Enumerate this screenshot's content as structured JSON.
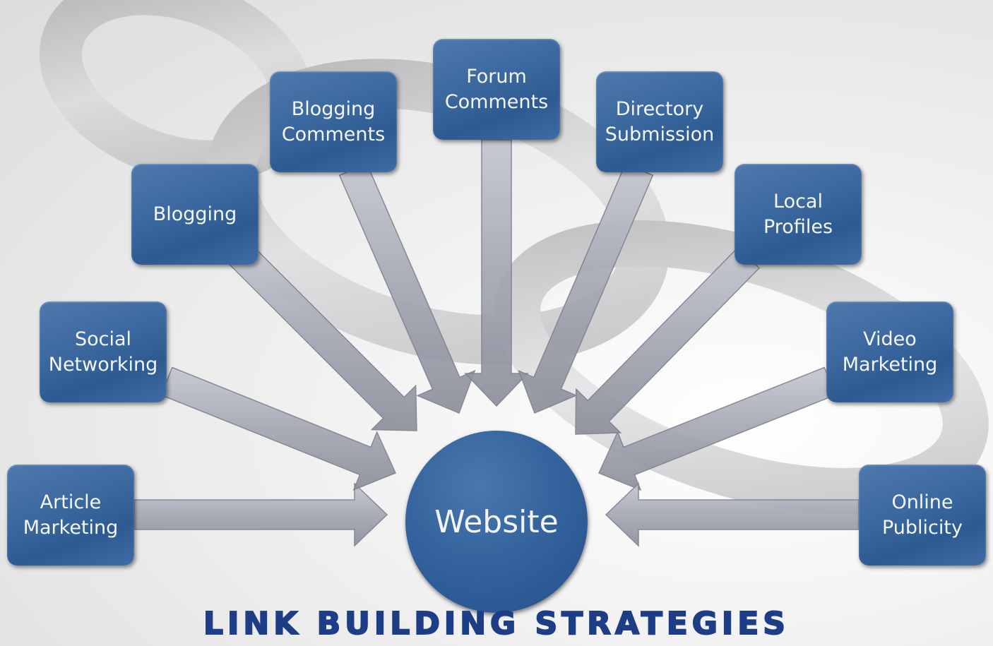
{
  "diagram": {
    "title": "LINK BUILDING STRATEGIES",
    "hub": {
      "label": "Website"
    },
    "strategies": [
      {
        "lines": [
          "Article",
          "Marketing"
        ]
      },
      {
        "lines": [
          "Social",
          "Networking"
        ]
      },
      {
        "lines": [
          "Blogging"
        ]
      },
      {
        "lines": [
          "Blogging",
          "Comments"
        ]
      },
      {
        "lines": [
          "Forum",
          "Comments"
        ]
      },
      {
        "lines": [
          "Directory",
          "Submission"
        ]
      },
      {
        "lines": [
          "Local",
          "Profiles"
        ]
      },
      {
        "lines": [
          "Video",
          "Marketing"
        ]
      },
      {
        "lines": [
          "Online",
          "Publicity"
        ]
      }
    ],
    "colors": {
      "node_fill": "#3a679e",
      "arrow_fill": "#a9adb8",
      "title_color": "#1d3e86"
    }
  }
}
